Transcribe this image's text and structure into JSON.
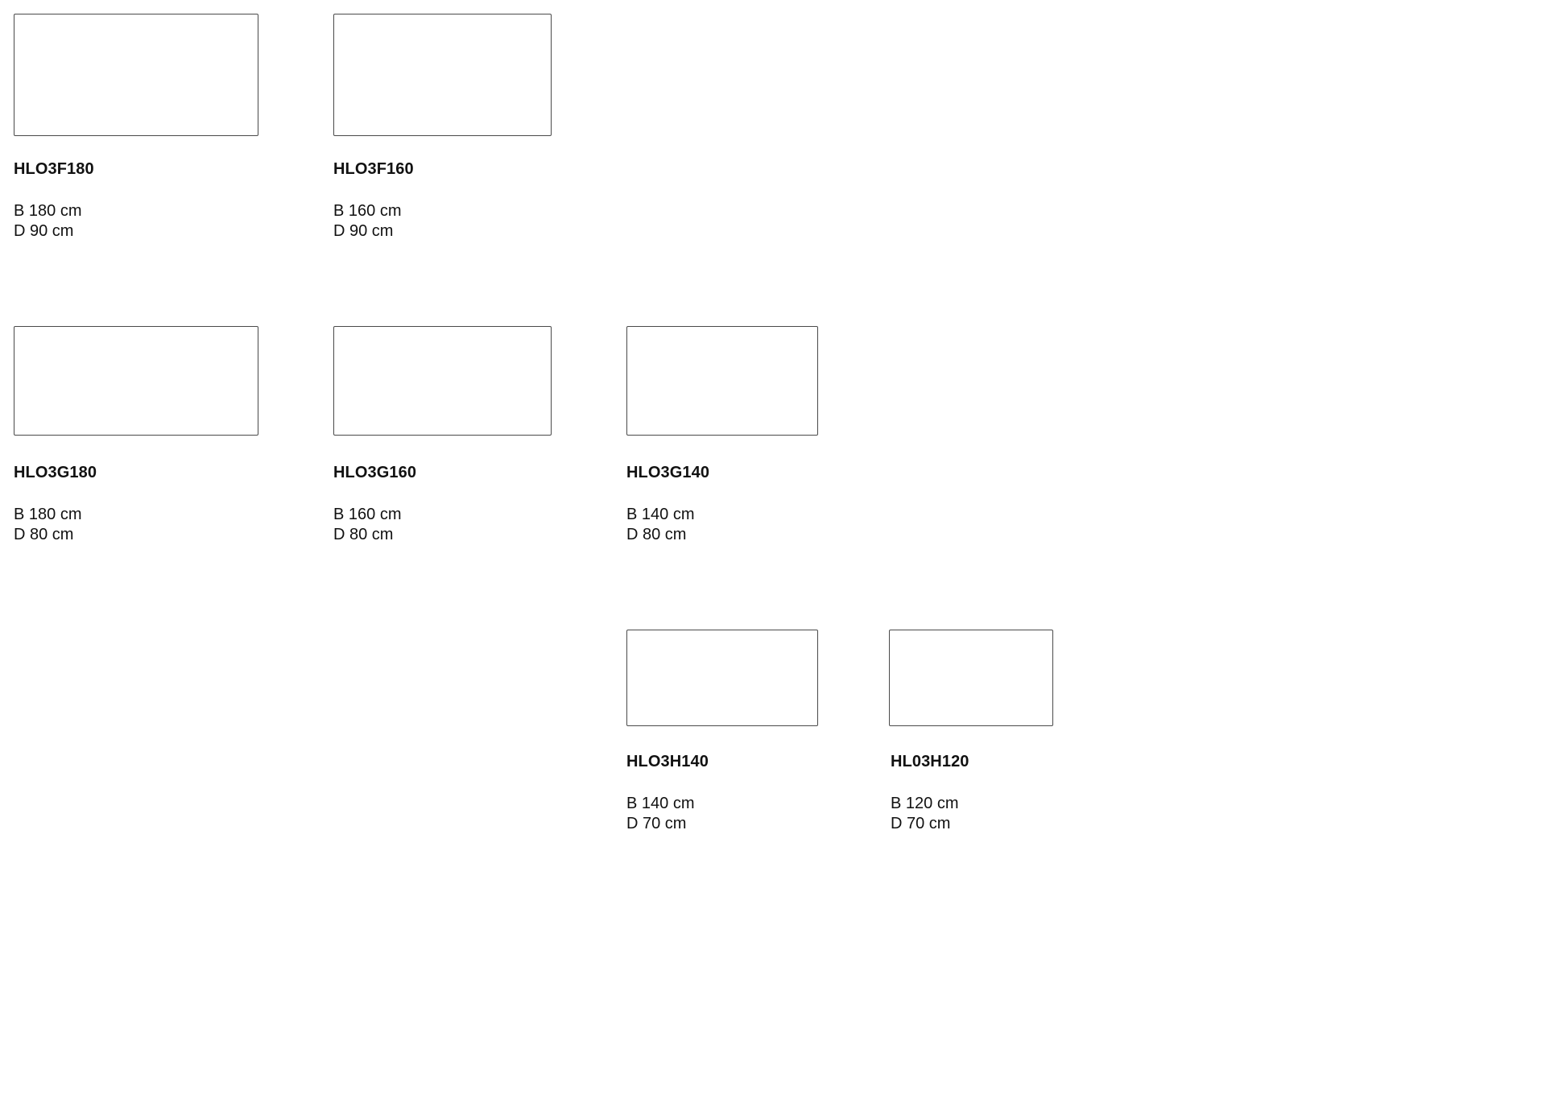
{
  "tables": [
    {
      "code": "HLO3F180",
      "width": "B 180 cm",
      "depth": "D 90 cm"
    },
    {
      "code": "HLO3F160",
      "width": "B 160 cm",
      "depth": "D 90 cm"
    },
    {
      "code": "HLO3G180",
      "width": "B 180 cm",
      "depth": "D 80 cm"
    },
    {
      "code": "HLO3G160",
      "width": "B 160 cm",
      "depth": "D 80 cm"
    },
    {
      "code": "HLO3G140",
      "width": "B 140 cm",
      "depth": "D 80 cm"
    },
    {
      "code": "HLO3H140",
      "width": "B 140 cm",
      "depth": "D 70 cm"
    },
    {
      "code": "HL03H120",
      "width": "B 120 cm",
      "depth": "D 70 cm"
    }
  ]
}
